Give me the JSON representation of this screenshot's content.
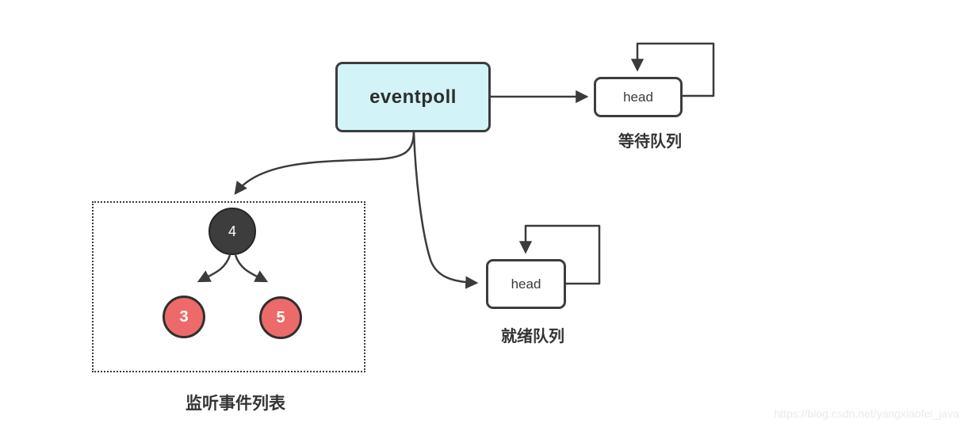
{
  "diagram": {
    "eventpoll_label": "eventpoll",
    "wait_queue": {
      "node_label": "head",
      "caption": "等待队列"
    },
    "ready_queue": {
      "node_label": "head",
      "caption": "就绪队列"
    },
    "event_list": {
      "caption": "监听事件列表",
      "root_value": "4",
      "left_child_value": "3",
      "right_child_value": "5"
    },
    "colors": {
      "line": "#3b3b3b",
      "eventpoll_fill": "#d2f4f8",
      "box_border": "#3d3d3d",
      "dark_node_fill": "#3d3d3d",
      "red_node_fill": "#ed6a6a",
      "node_text": "#ffffff",
      "caption_text": "#333333",
      "watermark_text": "#eaeaea"
    }
  },
  "watermark": "https://blog.csdn.net/yangxiaofei_java"
}
